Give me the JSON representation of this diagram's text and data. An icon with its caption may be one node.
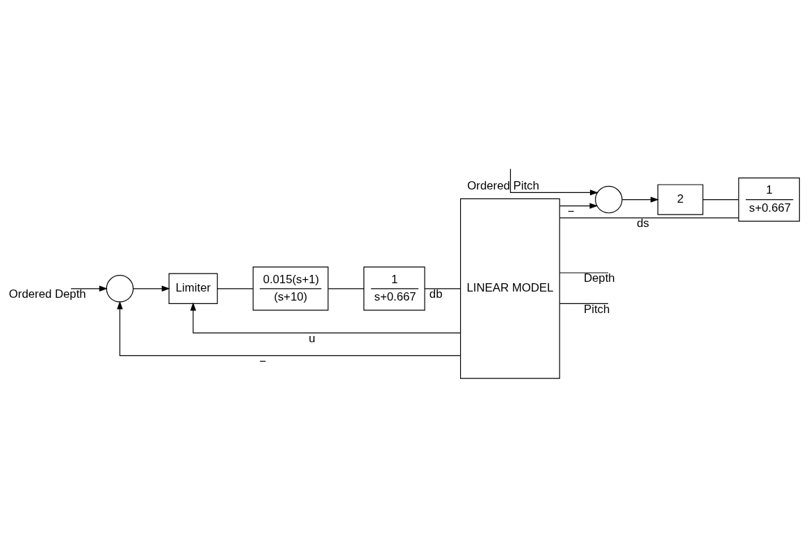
{
  "diagram": {
    "nodes": [
      {
        "text": [],
        "shape": "circle"
      },
      {
        "text": [
          "Limiter"
        ]
      },
      {
        "text": [
          "0.015(s+1)",
          "(s+10)"
        ]
      },
      {
        "text": [
          "1",
          "s+0.667"
        ]
      },
      {
        "text": [
          "LINEAR MODEL"
        ]
      },
      {
        "text": [],
        "shape": "circle"
      },
      {
        "text": [
          "2"
        ]
      },
      {
        "text": [
          "1",
          "s+0.667"
        ]
      }
    ],
    "edges": [
      {
        "from": null,
        "to": 0,
        "arrow": "to",
        "label": "Ordered Depth"
      },
      {
        "from": 0,
        "to": 1,
        "arrow": "to"
      },
      {
        "from": 1,
        "to": 2,
        "arrow": "none"
      },
      {
        "from": 2,
        "to": 3,
        "arrow": "none"
      },
      {
        "from": 3,
        "to": 4,
        "arrow": "none",
        "label": "db"
      },
      {
        "from": 4,
        "to": 1,
        "arrow": "to",
        "label": "u"
      },
      {
        "from": 4,
        "to": null,
        "arrow": "none",
        "label": "Depth"
      },
      {
        "from": 4,
        "to": 0,
        "arrow": "to",
        "label": "−"
      },
      {
        "from": null,
        "to": 5,
        "arrow": "to",
        "label": "Ordered Pitch"
      },
      {
        "from": 5,
        "to": 6,
        "arrow": "to"
      },
      {
        "from": 6,
        "to": 7,
        "arrow": "none"
      },
      {
        "from": 7,
        "to": 4,
        "arrow": "none",
        "label": "ds"
      },
      {
        "from": 4,
        "to": null,
        "arrow": "none",
        "label": "Pitch"
      },
      {
        "from": 4,
        "to": 5,
        "arrow": "to",
        "label": "−"
      }
    ]
  }
}
